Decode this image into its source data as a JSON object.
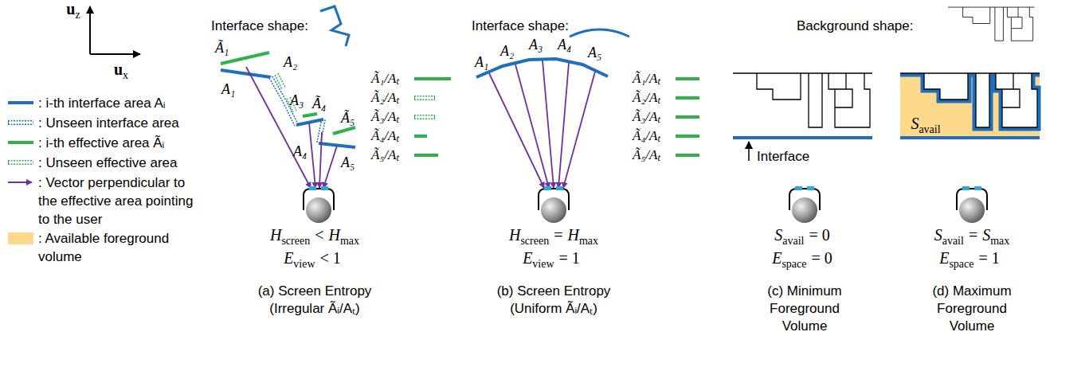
{
  "diagram": {
    "labels": [
      "u",
      "z",
      "u",
      "x",
      "Interface shape:",
      "A₁",
      "Ã₁",
      "A₂",
      "A₃",
      "Ã₄",
      "Ã₅",
      "A₄",
      "A₅",
      "Ã₁/Aₜ",
      "Ã₂/Aₜ",
      "Ã₃/Aₜ",
      "Ã₄/Aₜ",
      "Ã₅/Aₜ",
      "H",
      "screen",
      "<",
      "H",
      "max",
      "E",
      "view",
      "< 1",
      "(a) Screen Entropy (Irregular Ãᵢ/Aₜ)",
      "Interface shape:",
      "A₁",
      "A₂",
      "A₃",
      "A₄",
      "A₅",
      "Ã₁/Aₜ",
      "Ã₂/Aₜ",
      "Ã₃/Aₜ",
      "Ã₄/Aₜ",
      "Ã₅/Aₜ",
      "H",
      "screen",
      "=",
      "H",
      "max",
      "E",
      "view",
      "= 1",
      "(b) Screen Entropy (Uniform Ãᵢ/Aₜ)",
      "Background shape:",
      "Interface",
      "S",
      "avail",
      "= 0",
      "E",
      "space",
      "= 0",
      "(c) Minimum Foreground Volume",
      "S",
      "avail",
      "S",
      "avail",
      "=",
      "S",
      "max",
      "E",
      "space",
      "= 1",
      "(d) Maximum Foreground Volume"
    ],
    "legend": [
      {
        "text": ": i-th interface area Aᵢ"
      },
      {
        "text": ": Unseen interface area"
      },
      {
        "text": ": i-th effective area Ãᵢ"
      },
      {
        "text": ": Unseen effective area"
      },
      {
        "text": ": Vector perpendicular to the effective area pointing to the user"
      },
      {
        "text": ": Available foreground volume",
        "color": "#fcd98b"
      }
    ]
  }
}
